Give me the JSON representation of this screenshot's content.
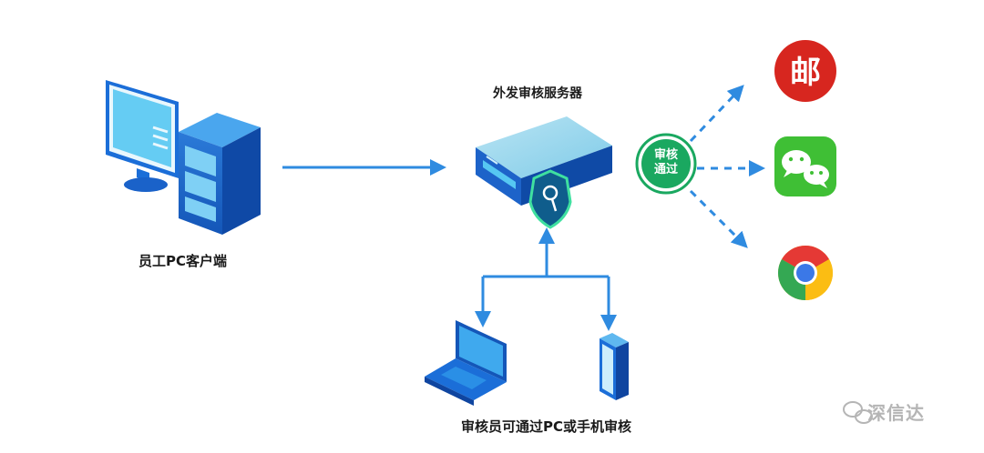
{
  "labels": {
    "client": "员工PC客户端",
    "server": "外发审核服务器",
    "reviewer": "审核员可通过PC或手机审核"
  },
  "badge": {
    "line1": "审核",
    "line2": "通过"
  },
  "outputs": {
    "email": {
      "icon": "china-post-icon",
      "char": "邮",
      "color": "#d7261f"
    },
    "wechat": {
      "icon": "wechat-icon",
      "color": "#3fbf35"
    },
    "browser": {
      "icon": "chrome-icon"
    }
  },
  "watermark": {
    "icon": "wechat-outline-icon",
    "text": "深信达"
  },
  "colors": {
    "arrow": "#2f8be0",
    "badge": "#1aa860",
    "accent": "#1e8fe0"
  }
}
